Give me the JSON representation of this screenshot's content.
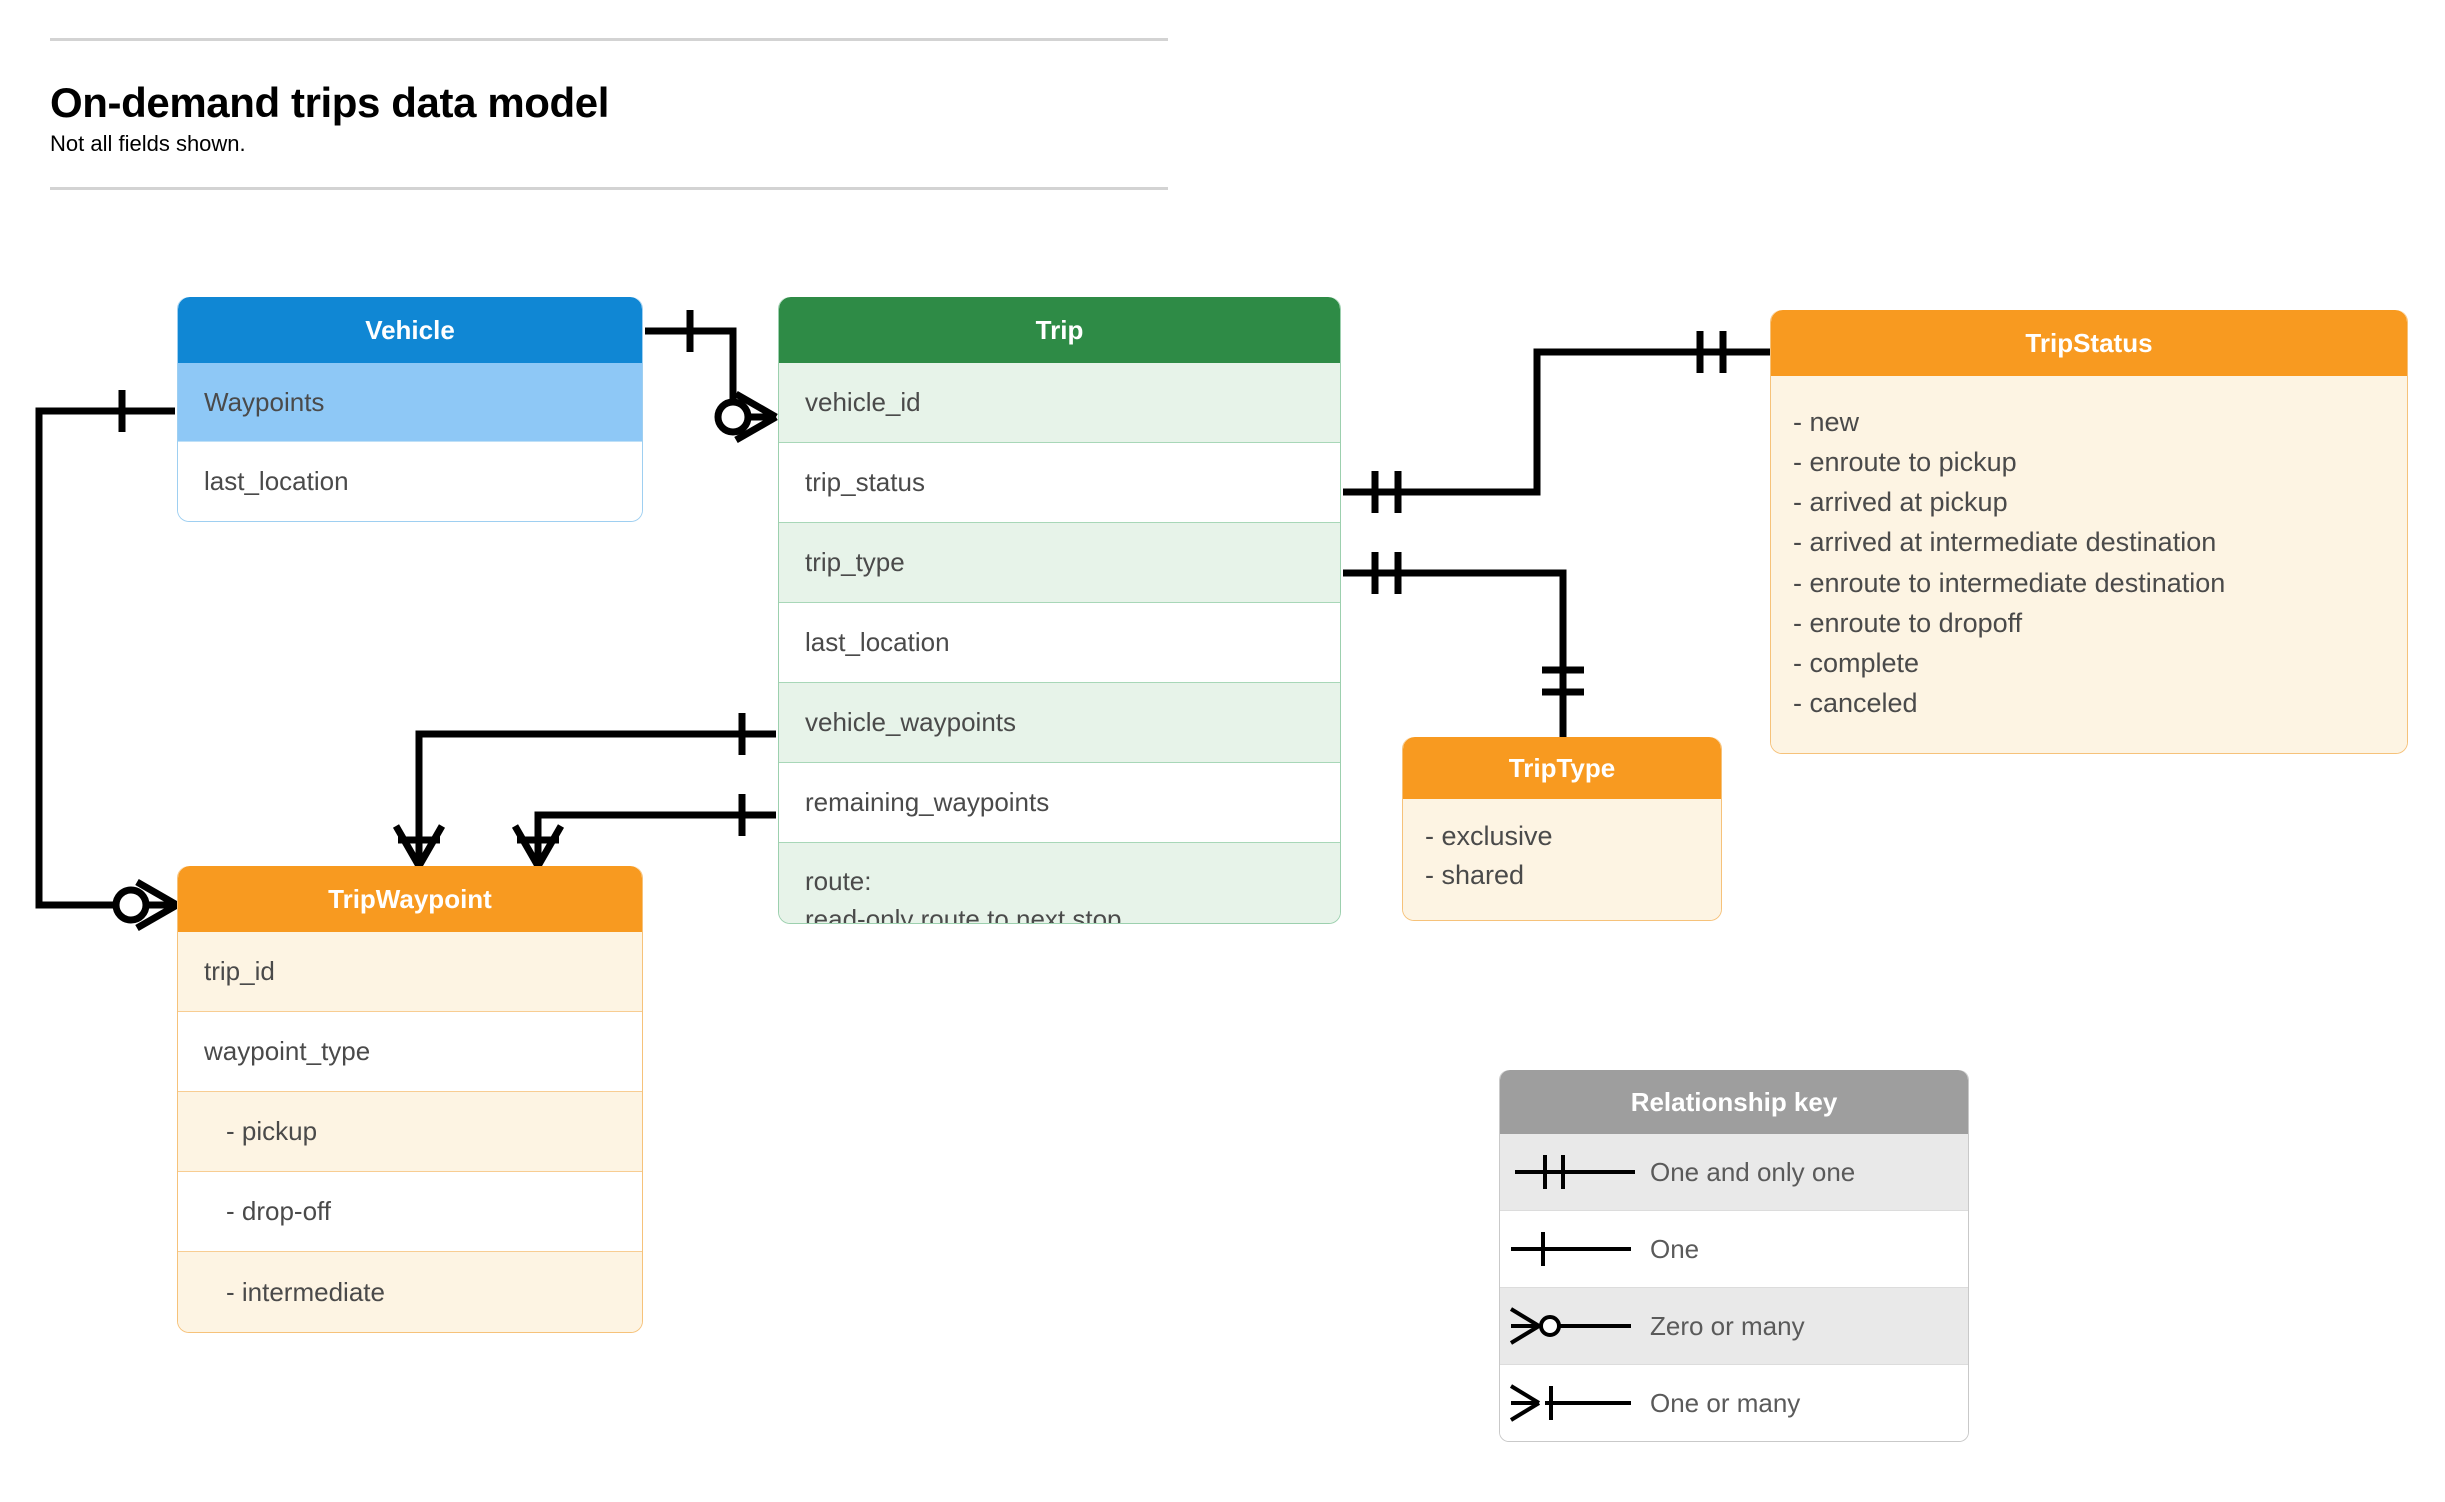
{
  "header": {
    "title": "On-demand trips data model",
    "subtitle": "Not all fields shown."
  },
  "entities": [
    {
      "id": "vehicle",
      "name": "Vehicle",
      "color": "#1087d4",
      "fields": [
        "Waypoints",
        "last_location"
      ]
    },
    {
      "id": "trip",
      "name": "Trip",
      "color": "#2e8b46",
      "fields": [
        "vehicle_id",
        "trip_status",
        "trip_type",
        "last_location",
        "vehicle_waypoints",
        "remaining_waypoints"
      ],
      "note_line1": "route:",
      "note_line2": "read-only route to next stop"
    },
    {
      "id": "tripstatus",
      "name": "TripStatus",
      "color": "#f89a20",
      "values": [
        "- new",
        "- enroute to pickup",
        "- arrived at pickup",
        "- arrived at intermediate destination",
        "- enroute to intermediate destination",
        "- enroute to dropoff",
        "- complete",
        "- canceled"
      ]
    },
    {
      "id": "triptype",
      "name": "TripType",
      "color": "#f89a20",
      "values": [
        "- exclusive",
        "- shared"
      ]
    },
    {
      "id": "tripwaypoint",
      "name": "TripWaypoint",
      "color": "#f89a20",
      "fields": [
        "trip_id",
        "waypoint_type"
      ],
      "enum_values": [
        "-  pickup",
        "-  drop-off",
        "-  intermediate"
      ]
    }
  ],
  "legend": {
    "title": "Relationship key",
    "rows": [
      {
        "symbol": "one-and-only-one",
        "label": "One and only one"
      },
      {
        "symbol": "one",
        "label": "One"
      },
      {
        "symbol": "zero-or-many",
        "label": "Zero or many"
      },
      {
        "symbol": "one-or-many",
        "label": "One or many"
      }
    ]
  },
  "relationships": [
    {
      "from": "Vehicle",
      "from_card": "one",
      "to": "Trip.vehicle_id",
      "to_card": "zero-or-many"
    },
    {
      "from": "Vehicle.Waypoints",
      "from_card": "one",
      "to": "TripWaypoint",
      "to_card": "zero-or-many"
    },
    {
      "from": "Trip.trip_status",
      "from_card": "one-and-only-one",
      "to": "TripStatus",
      "to_card": "one-and-only-one"
    },
    {
      "from": "Trip.trip_type",
      "from_card": "one-and-only-one",
      "to": "TripType",
      "to_card": "one-and-only-one"
    },
    {
      "from": "Trip.vehicle_waypoints",
      "from_card": "one",
      "to": "TripWaypoint",
      "to_card": "one-or-many"
    },
    {
      "from": "Trip.remaining_waypoints",
      "from_card": "one",
      "to": "TripWaypoint",
      "to_card": "one-or-many"
    }
  ]
}
